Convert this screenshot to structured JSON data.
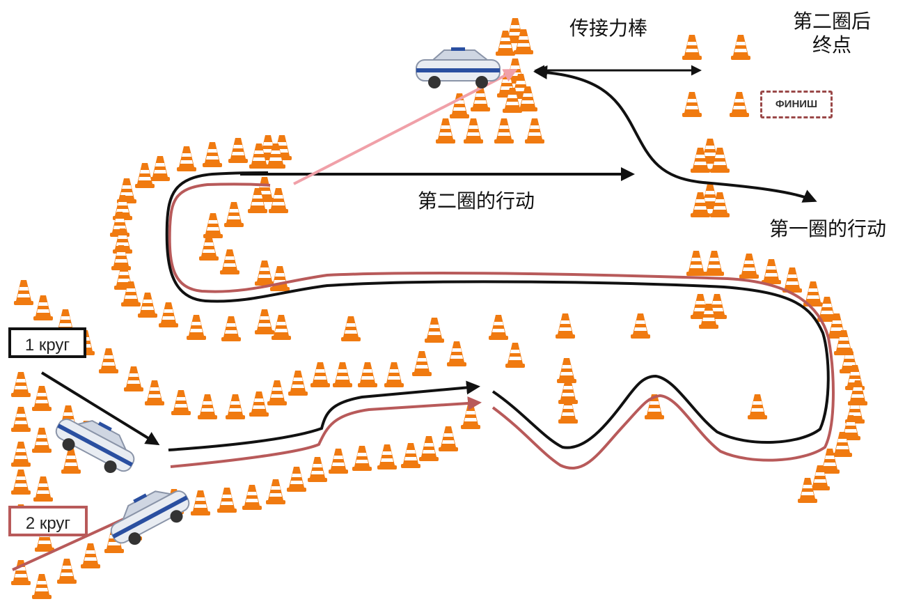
{
  "labels": {
    "baton_pass": "传接力棒",
    "second_lap_finish": "第二圈后\n终点",
    "second_lap_action": "第二圈的行动",
    "first_lap_action": "第一圈的行动",
    "lap1": "1 круг",
    "lap2": "2 круг",
    "finish_sign": "ФИНИШ"
  },
  "colors": {
    "lap1_path": "#111111",
    "lap2_path": "#b85a5a",
    "relay_path": "#f0a0a8",
    "cone": "#f07a10",
    "cone_stripe": "#ffffff",
    "car_body": "#e8ecf2",
    "car_stripe": "#2a4fa0"
  },
  "icons": {
    "cone": "traffic-cone-icon",
    "car": "police-car-icon"
  }
}
